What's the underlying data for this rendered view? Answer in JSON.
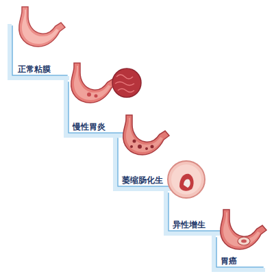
{
  "diagram": {
    "labels": [
      "正常粘膜",
      "慢性胃炎",
      "萎缩肠化生",
      "异性增生",
      "胃癌"
    ]
  }
}
